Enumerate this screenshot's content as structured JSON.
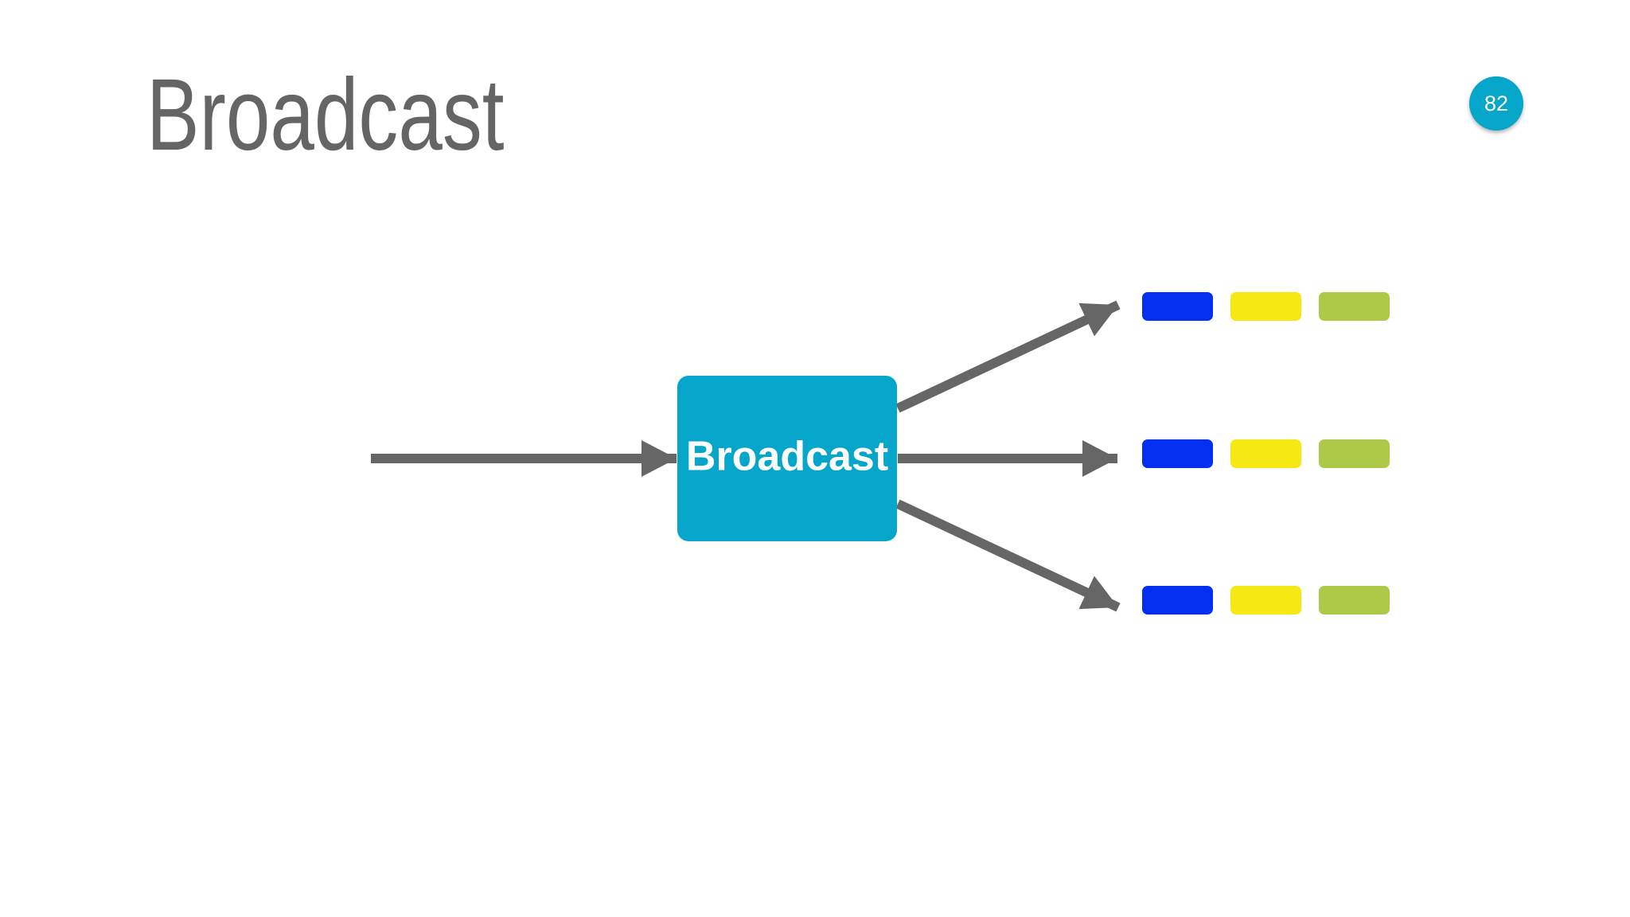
{
  "slide": {
    "title": "Broadcast",
    "page_number": "82"
  },
  "diagram": {
    "node": {
      "label": "Broadcast",
      "color": "#05a6c9"
    },
    "arrow_color": "#666666",
    "outputs": [
      {
        "blocks": [
          "#0330f0",
          "#f6e813",
          "#aec948"
        ]
      },
      {
        "blocks": [
          "#0330f0",
          "#f6e813",
          "#aec948"
        ]
      },
      {
        "blocks": [
          "#0330f0",
          "#f6e813",
          "#aec948"
        ]
      }
    ]
  }
}
